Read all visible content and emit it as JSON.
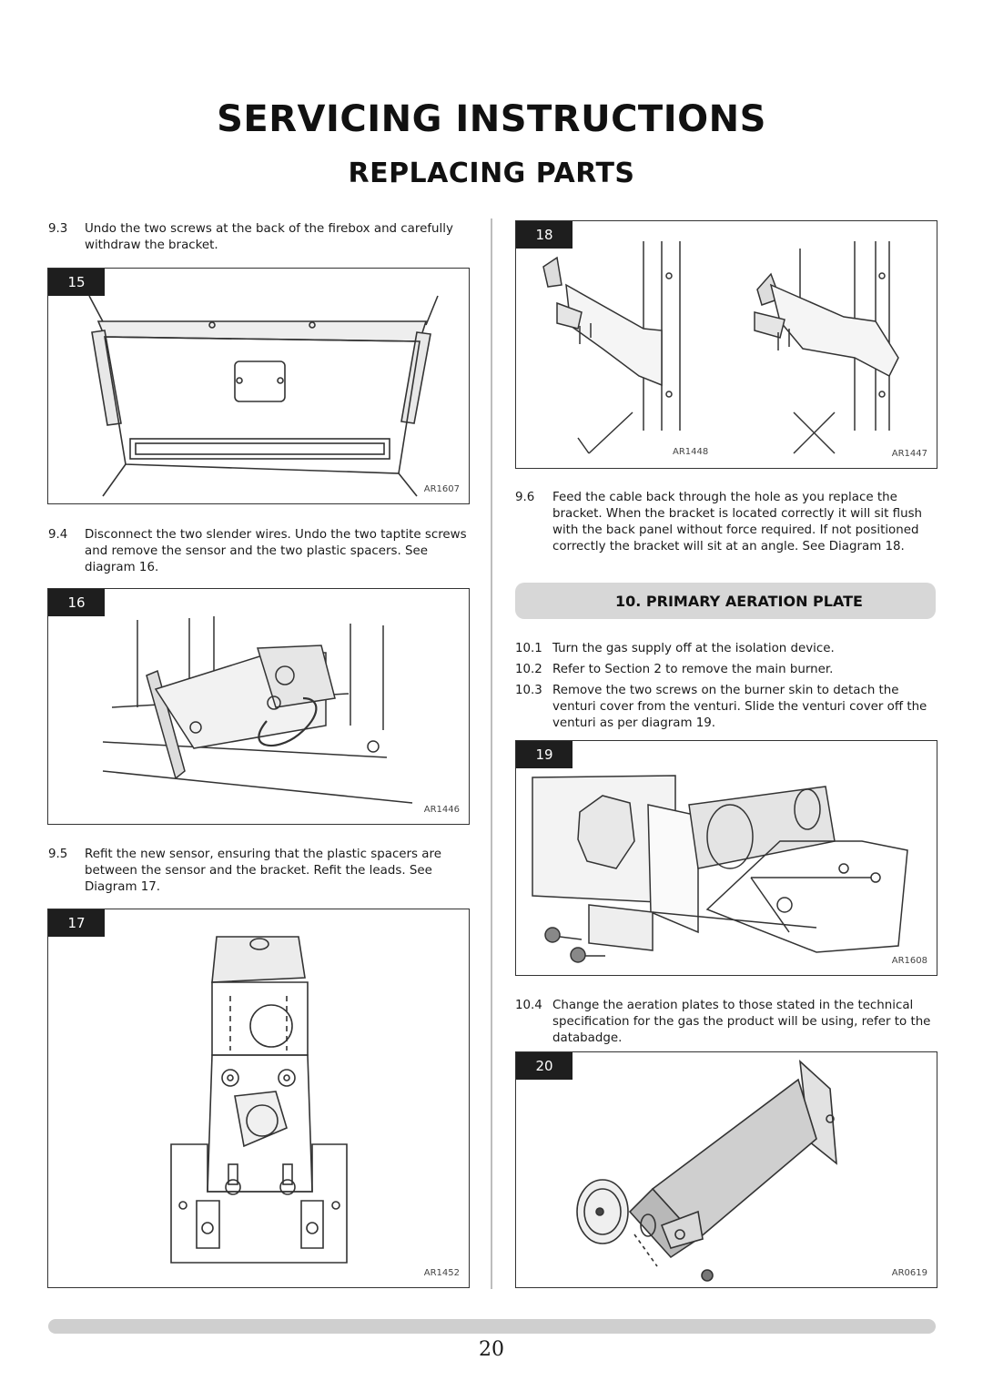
{
  "header": {
    "title": "SERVICING INSTRUCTIONS",
    "subtitle": "REPLACING PARTS"
  },
  "left_column": {
    "p9_3": {
      "num": "9.3",
      "text": "Undo the two screws at the back of the firebox and carefully withdraw the bracket."
    },
    "fig15": {
      "number": "15",
      "code": "AR1607"
    },
    "p9_4": {
      "num": "9.4",
      "text": "Disconnect the two slender wires. Undo the two taptite screws and remove the sensor and the two plastic spacers. See diagram 16."
    },
    "fig16": {
      "number": "16",
      "code": "AR1446"
    },
    "p9_5": {
      "num": "9.5",
      "text": "Refit the new sensor, ensuring that the plastic spacers are between the sensor and the bracket. Refit the leads. See Diagram 17."
    },
    "fig17": {
      "number": "17",
      "code": "AR1452"
    }
  },
  "right_column": {
    "fig18": {
      "number": "18",
      "code_left": "AR1448",
      "code_right": "AR1447"
    },
    "p9_6": {
      "num": "9.6",
      "text": "Feed the cable back through the hole as you replace the bracket. When the bracket is located correctly it will sit flush with the back panel without force required. If not positioned correctly the bracket will sit at an angle. See Diagram 18."
    },
    "section10": {
      "heading": "10. PRIMARY AERATION PLATE"
    },
    "p10_1": {
      "num": "10.1",
      "text": "Turn the gas supply off at the isolation device."
    },
    "p10_2": {
      "num": "10.2",
      "text": "Refer to Section 2 to remove the main burner."
    },
    "p10_3": {
      "num": "10.3",
      "text": "Remove the two screws on the burner skin to detach the venturi cover from the venturi. Slide the venturi cover off the venturi as per diagram 19."
    },
    "fig19": {
      "number": "19",
      "code": "AR1608"
    },
    "p10_4": {
      "num": "10.4",
      "text": "Change the aeration plates to those stated in the technical specification for the gas the product will be using, refer to the databadge."
    },
    "fig20": {
      "number": "20",
      "code": "AR0619"
    }
  },
  "footer": {
    "page_number": "20"
  }
}
